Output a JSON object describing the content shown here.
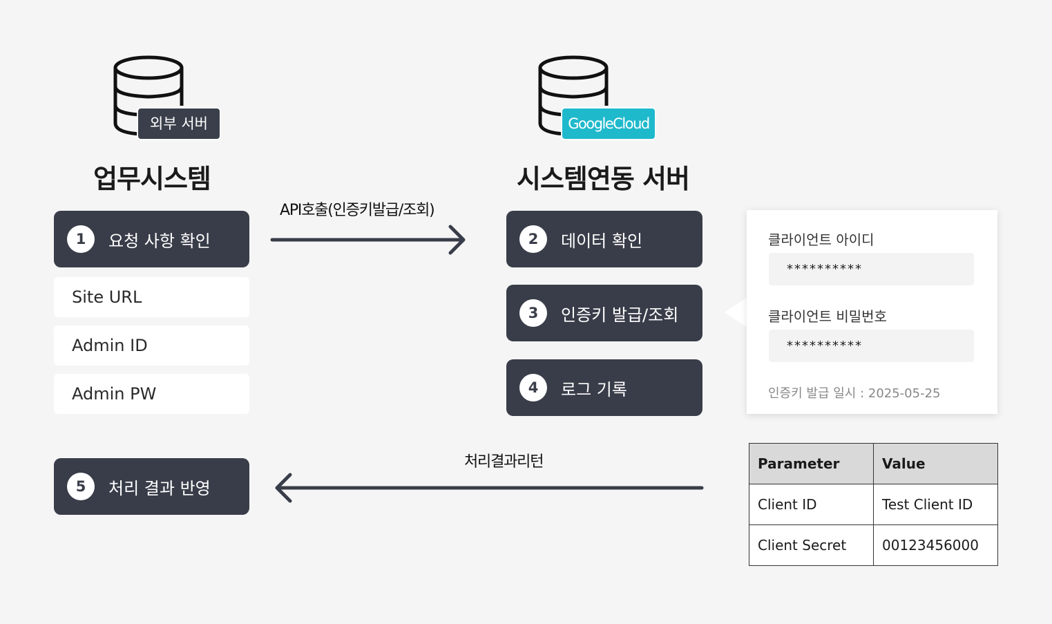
{
  "left_system": {
    "badge": "외부 서버",
    "title": "업무시스템",
    "steps": [
      {
        "num": "1",
        "label": "요청 사항 확인"
      },
      {
        "num": "5",
        "label": "처리 결과 반영"
      }
    ],
    "fields": [
      "Site URL",
      "Admin ID",
      "Admin PW"
    ]
  },
  "right_system": {
    "badge": "GoogleCloud",
    "title": "시스템연동 서버",
    "steps": [
      {
        "num": "2",
        "label": "데이터 확인"
      },
      {
        "num": "3",
        "label": "인증키 발급/조회"
      },
      {
        "num": "4",
        "label": "로그 기록"
      }
    ]
  },
  "flows": {
    "request": "API호출(인증키발급/조회)",
    "response": "처리결과리턴"
  },
  "credential_card": {
    "client_id_label": "클라이언트 아이디",
    "client_id_value": "**********",
    "client_secret_label": "클라이언트 비밀번호",
    "client_secret_value": "**********",
    "issued_note": "인증키 발급 일시 : 2025-05-25"
  },
  "params_table": {
    "headers": [
      "Parameter",
      "Value"
    ],
    "rows": [
      [
        "Client ID",
        "Test Client ID"
      ],
      [
        "Client Secret",
        "00123456000"
      ]
    ]
  },
  "colors": {
    "step_bg": "#393d49",
    "google_badge": "#1fb9cc",
    "background": "#f5f5f5"
  },
  "icons": [
    "database-icon",
    "arrow-right-icon",
    "arrow-left-icon"
  ]
}
